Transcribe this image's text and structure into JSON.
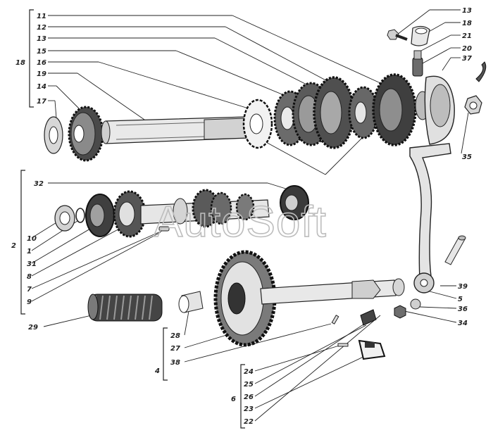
{
  "watermark": "AutoSoft",
  "callouts": {
    "c11": "11",
    "c12": "12",
    "c13a": "13",
    "c15": "15",
    "c16": "16",
    "c19": "19",
    "c14": "14",
    "c17": "17",
    "c18": "18",
    "c13b": "13",
    "c18b": "18",
    "c21": "21",
    "c20": "20",
    "c37": "37",
    "c35": "35",
    "c32": "32",
    "c2": "2",
    "c10": "10",
    "c1": "1",
    "c31": "31",
    "c8": "8",
    "c7": "7",
    "c9": "9",
    "c29": "29",
    "c28": "28",
    "c27": "27",
    "c4": "4",
    "c38": "38",
    "c39": "39",
    "c5": "5",
    "c36": "36",
    "c34": "34",
    "c24": "24",
    "c25": "25",
    "c6": "6",
    "c26": "26",
    "c23": "23",
    "c22": "22"
  }
}
